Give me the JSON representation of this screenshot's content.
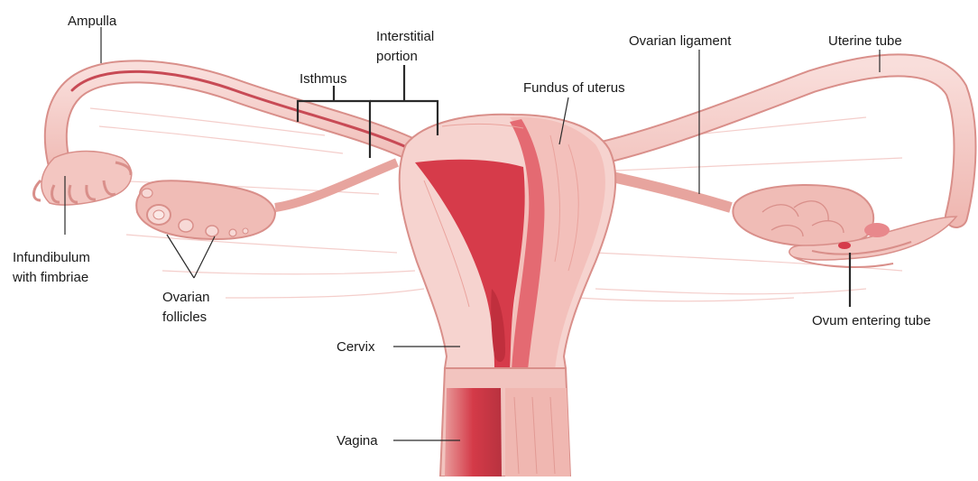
{
  "labels": {
    "ampulla": "Ampulla",
    "interstitial_line1": "Interstitial",
    "interstitial_line2": "portion",
    "isthmus": "Isthmus",
    "fundus": "Fundus of uterus",
    "ovarian_ligament": "Ovarian ligament",
    "uterine_tube": "Uterine tube",
    "infundibulum_line1": "Infundibulum",
    "infundibulum_line2": "with fimbriae",
    "follicles_line1": "Ovarian",
    "follicles_line2": "follicles",
    "ovum_entering": "Ovum entering tube",
    "cervix": "Cervix",
    "vagina": "Vagina"
  },
  "colors": {
    "tissue_light": "#f6d3cf",
    "tissue_mid": "#eeb3ad",
    "tissue_outline": "#d98f8a",
    "cavity": "#d63b4a",
    "cavity_dark": "#b52a38",
    "leader": "#2a2a2a"
  }
}
